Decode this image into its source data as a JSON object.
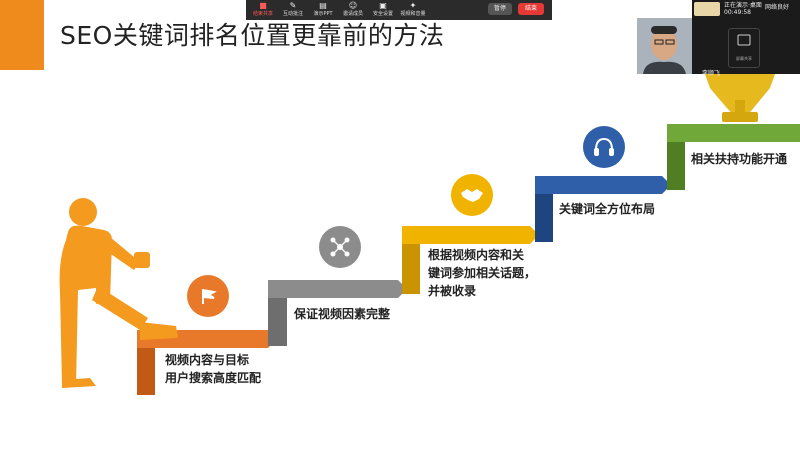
{
  "slide": {
    "title": "SEO关键词排名位置更靠前的方法",
    "steps": [
      {
        "lines": [
          "视频内容与目标",
          "用户搜索高度匹配"
        ],
        "color": "#e8782a",
        "icon": "flag-icon"
      },
      {
        "lines": [
          "保证视频因素完整"
        ],
        "color": "#8c8c8c",
        "icon": "share-network-icon"
      },
      {
        "lines": [
          "根据视频内容和关",
          "键词参加相关话题，",
          "并被收录"
        ],
        "color": "#f0b400",
        "icon": "handshake-icon"
      },
      {
        "lines": [
          "关键词全方位布局"
        ],
        "color": "#2f5fa8",
        "icon": "headset-icon"
      },
      {
        "lines": [
          "相关扶持功能开通"
        ],
        "color": "#71a83a",
        "icon": "trophy-icon"
      }
    ]
  },
  "toolbar": {
    "items": [
      {
        "label": "结束共享",
        "icon": "stop-share-icon"
      },
      {
        "label": "互动批注",
        "icon": "annotate-icon"
      },
      {
        "label": "演示PPT",
        "icon": "ppt-icon"
      },
      {
        "label": "邀请成员",
        "icon": "invite-icon"
      },
      {
        "label": "安全设置",
        "icon": "lock-icon"
      },
      {
        "label": "视频和音量",
        "icon": "settings-icon"
      }
    ],
    "secondary_button": "暂停",
    "end_button": "结束"
  },
  "panel": {
    "app_name": "正在演示·桌面",
    "timer": "00:49:58",
    "network": "网络良好",
    "participant_name": "李顺飞",
    "mini_label": "屏幕共享"
  }
}
